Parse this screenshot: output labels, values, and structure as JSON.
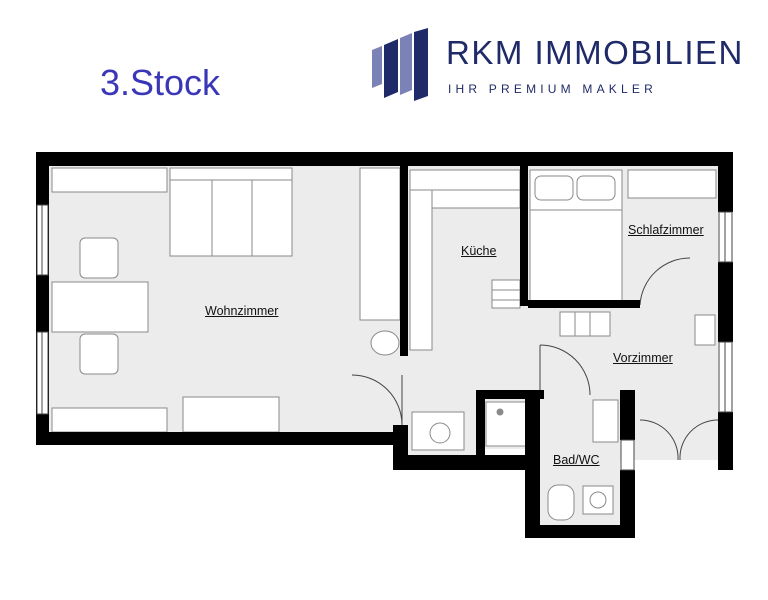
{
  "floor": {
    "label": "3.Stock"
  },
  "brand": {
    "name": "RKM IMMOBILIEN",
    "tagline": "IHR PREMIUM MAKLER",
    "colors": {
      "primary": "#1f2a68",
      "accent": "#3a36b8"
    }
  },
  "rooms": {
    "living": "Wohnzimmer",
    "kitchen": "Küche",
    "bedroom": "Schlafzimmer",
    "hall": "Vorzimmer",
    "bath": "Bad/WC"
  },
  "colors": {
    "wall": "#000000",
    "floor": "#ececec",
    "furniture": "#ffffff",
    "furniture_stroke": "#8a8a8a"
  }
}
